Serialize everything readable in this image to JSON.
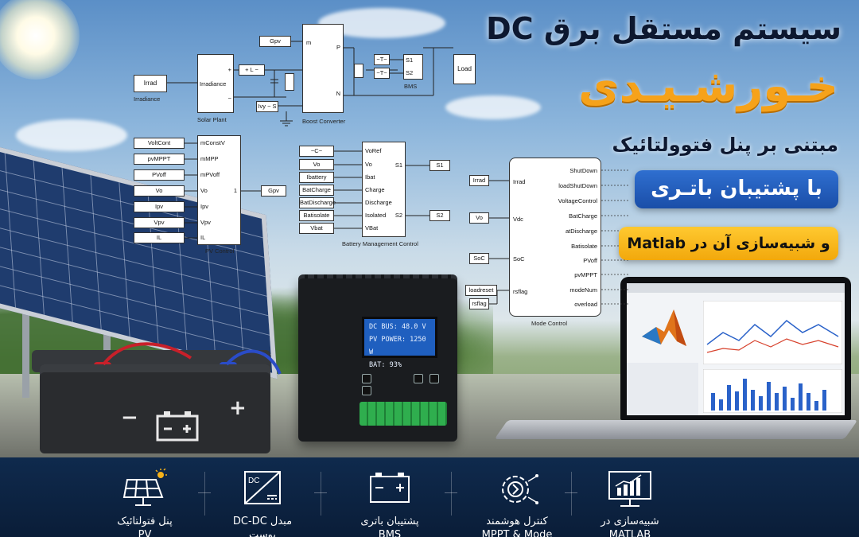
{
  "title": {
    "line1": "سیستم مستقل برق DC",
    "line2": "خـورشـیـدی",
    "line3": "مبتنی بر پنل فتوولتائیک",
    "badge_blue": "با پشتیبان باتـری",
    "badge_yellow": "و شبیه‌سازی آن در Matlab"
  },
  "colors": {
    "navy": "#0d1830",
    "orange": "#f6a21a",
    "blue": "#1f5fbf",
    "yellow": "#f7b719",
    "bottom_bar": "#0f2a4d"
  },
  "controller_display": {
    "line1": "DC BUS:   48.0 V",
    "line2": "PV POWER: 1250 W",
    "line3": "BAT:   93%"
  },
  "diagram": {
    "irradiance": {
      "input": "Irrad",
      "name": "Irradiance"
    },
    "solar_plant": {
      "port_in": "Irradiance",
      "plus": "+",
      "minus": "−",
      "name": "Solar Plant"
    },
    "link_L": "+ L −",
    "boost": {
      "tag_in": "Gpv",
      "port_m": "m",
      "port_P": "P",
      "port_N": "N",
      "name": "Boost Converter",
      "tag_ivy": "Ivy − S"
    },
    "bms": {
      "tag_T1": "−T−",
      "tag_T2": "−T−",
      "port_s1": "S1",
      "port_s2": "S2",
      "name": "BMS"
    },
    "load": "Load",
    "pv_control": {
      "inputs": [
        "VoltCont",
        "pvMPPT",
        "PVoff",
        "Vo",
        "Ipv",
        "Vpv",
        "IL"
      ],
      "ports": [
        "mConstV",
        "mMPP",
        "mPVoff",
        "Vo",
        "Ipv",
        "Vpv",
        "IL"
      ],
      "out_port": "1",
      "out_tag": "Gpv",
      "name": "PV Control"
    },
    "battery_mgmt": {
      "inputs": [
        "−C−",
        "Vo",
        "Ibattery",
        "BatCharge",
        "BatDischarge",
        "Batisolate",
        "Vbat"
      ],
      "ports": [
        "VoRef",
        "Vo",
        "Ibat",
        "Charge",
        "Discharge",
        "Isolated",
        "VBat"
      ],
      "out1_port": "S1",
      "out2_port": "S2",
      "out1_tag": "S1",
      "out2_tag": "S2",
      "name": "Battery Management Control"
    },
    "mode_control": {
      "inputs": [
        "Irrad",
        "Vo",
        "SoC",
        "loadreset",
        "rsflag"
      ],
      "in_ports": [
        "Irrad",
        "Vdc",
        "SoC",
        "rsflag"
      ],
      "outputs": [
        "ShutDown",
        "loadShutDown",
        "VoltageControl",
        "BatCharge",
        "atDischarge",
        "Batisolate",
        "PVoff",
        "pvMPPT",
        "modeNum",
        "overload"
      ],
      "name": "Mode Control"
    }
  },
  "features": [
    {
      "icon": "solar-panel-icon",
      "label1": "پنل فتولتائیک",
      "label2": "PV"
    },
    {
      "icon": "dc-dc-converter-icon",
      "label1": "مبدل DC-DC",
      "label2": "بوست",
      "icon_text": "DC"
    },
    {
      "icon": "battery-icon",
      "label1": "پشتیبان باتری",
      "label2": "BMS"
    },
    {
      "icon": "smart-control-icon",
      "label1": "کنترل هوشمند",
      "label2": "MPPT & Mode"
    },
    {
      "icon": "monitor-chart-icon",
      "label1": "شبیه‌سازی در",
      "label2": "MATLAB"
    }
  ]
}
